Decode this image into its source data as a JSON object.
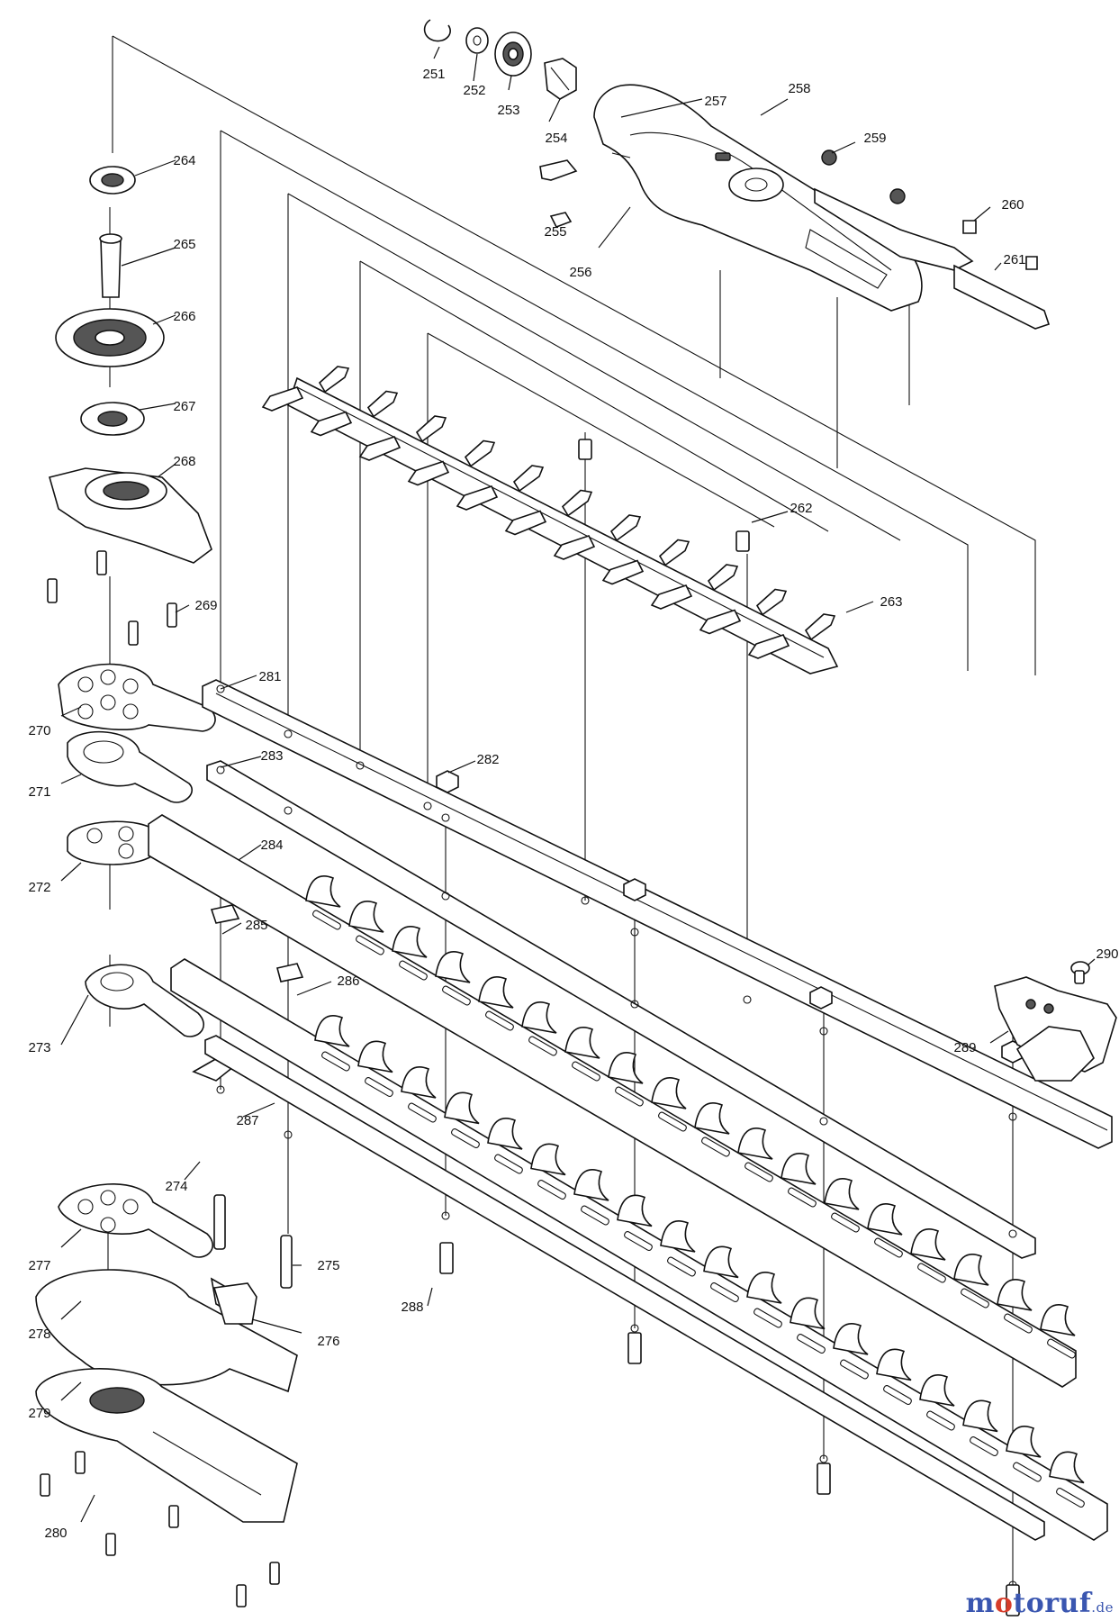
{
  "diagram": {
    "part_numbers": [
      "251",
      "252",
      "253",
      "254",
      "255",
      "256",
      "257",
      "258",
      "259",
      "260",
      "261",
      "262",
      "263",
      "264",
      "265",
      "266",
      "267",
      "268",
      "269",
      "270",
      "271",
      "272",
      "273",
      "274",
      "275",
      "276",
      "277",
      "278",
      "279",
      "280",
      "281",
      "282",
      "283",
      "284",
      "285",
      "286",
      "287",
      "288",
      "289",
      "290"
    ]
  },
  "watermark": {
    "brand_left": "m",
    "brand_o": "o",
    "brand_right": "toruf",
    "tld": ".de"
  },
  "colors": {
    "ink": "#111111",
    "watermark": "#3a56b0",
    "watermark_dot": "#d63c2a"
  }
}
